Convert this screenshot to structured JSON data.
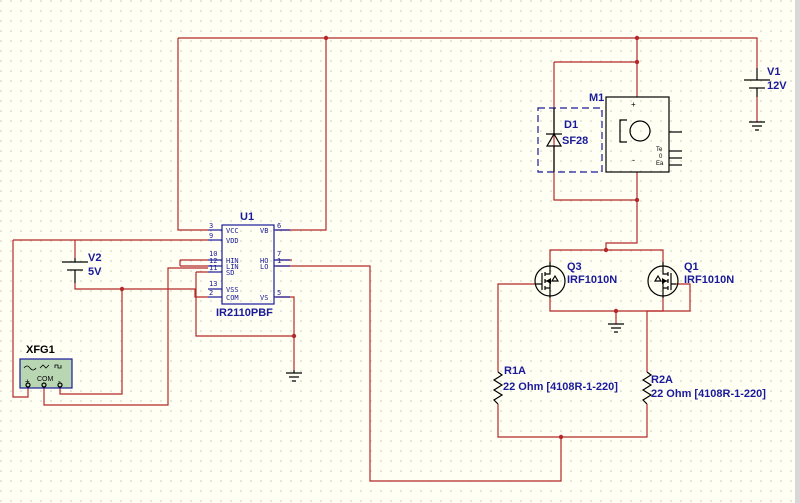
{
  "components": {
    "u1": {
      "ref": "U1",
      "part": "IR2110PBF",
      "pins_left": [
        "VCC",
        "VDD",
        "HIN",
        "LIN",
        "SD",
        "VSS",
        "COM"
      ],
      "pins_left_nums": [
        "3",
        "9",
        "10",
        "12",
        "11",
        "13",
        "2"
      ],
      "pins_right": [
        "VB",
        "HO",
        "LO",
        "VS"
      ],
      "pins_right_nums": [
        "6",
        "7",
        "1",
        "5"
      ]
    },
    "v1": {
      "ref": "V1",
      "value": "12V"
    },
    "v2": {
      "ref": "V2",
      "value": "5V"
    },
    "d1": {
      "ref": "D1",
      "value": "SF28"
    },
    "m1": {
      "ref": "M1",
      "plus": "+",
      "minus": "-",
      "te": "Te",
      "zero": "0",
      "ea": "Ea"
    },
    "q3": {
      "ref": "Q3",
      "value": "IRF1010N"
    },
    "q1": {
      "ref": "Q1",
      "value": "IRF1010N"
    },
    "r1a": {
      "ref": "R1A",
      "value": "22 Ohm  [4108R-1-220]"
    },
    "r2a": {
      "ref": "R2A",
      "value": "22 Ohm  [4108R-1-220]"
    },
    "xfg1": {
      "ref": "XFG1",
      "com": "COM",
      "plus": "+",
      "minus": "-"
    }
  },
  "colors": {
    "wire": "#b52828",
    "component": "#1a1a9a",
    "ground": "#000000",
    "background": "#fffff4",
    "grid_dot": "#c9c9b8"
  }
}
